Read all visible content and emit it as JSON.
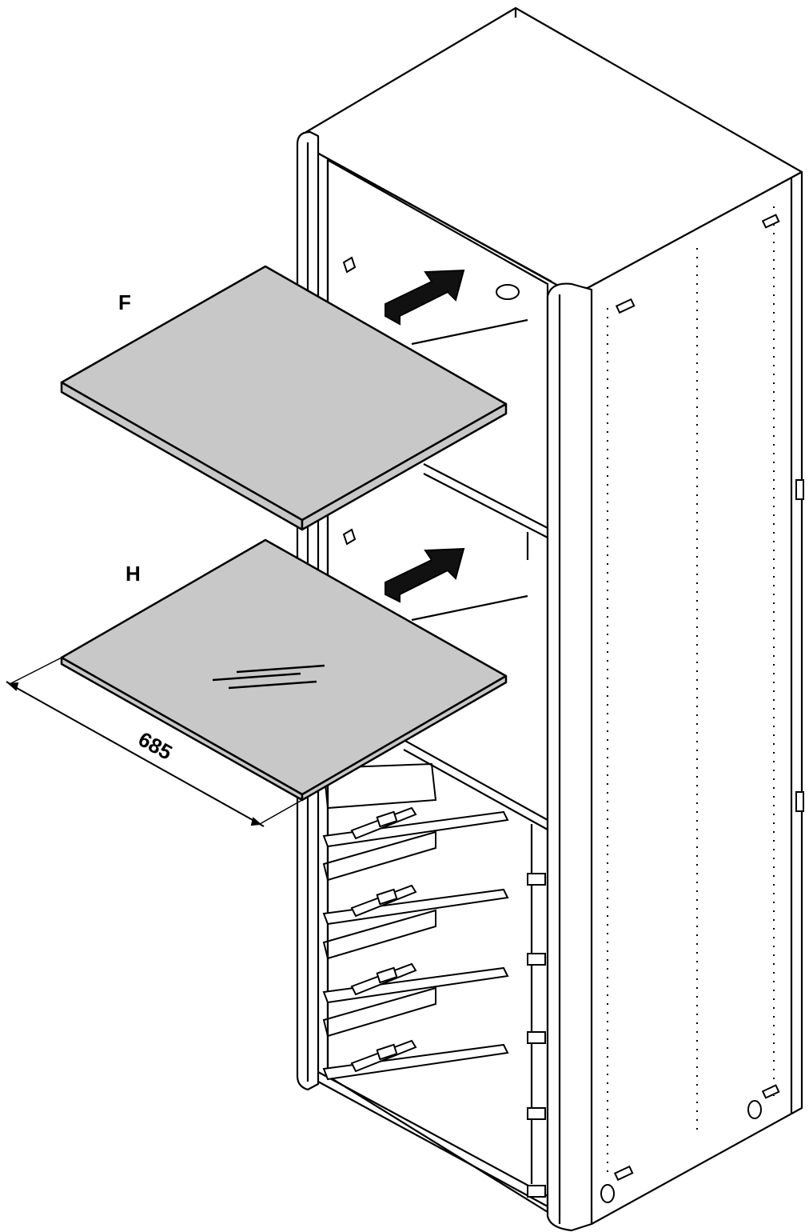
{
  "labels": {
    "top_shelf": "F",
    "glass_shelf": "H"
  },
  "dimension": {
    "value": "685"
  },
  "colors": {
    "line": "#000000",
    "panel": "#ffffff",
    "shelf_fill": "#c8c8c8",
    "arrow_fill": "#111111"
  },
  "icons": {
    "insert_arrow": "arrow-right-icon"
  }
}
